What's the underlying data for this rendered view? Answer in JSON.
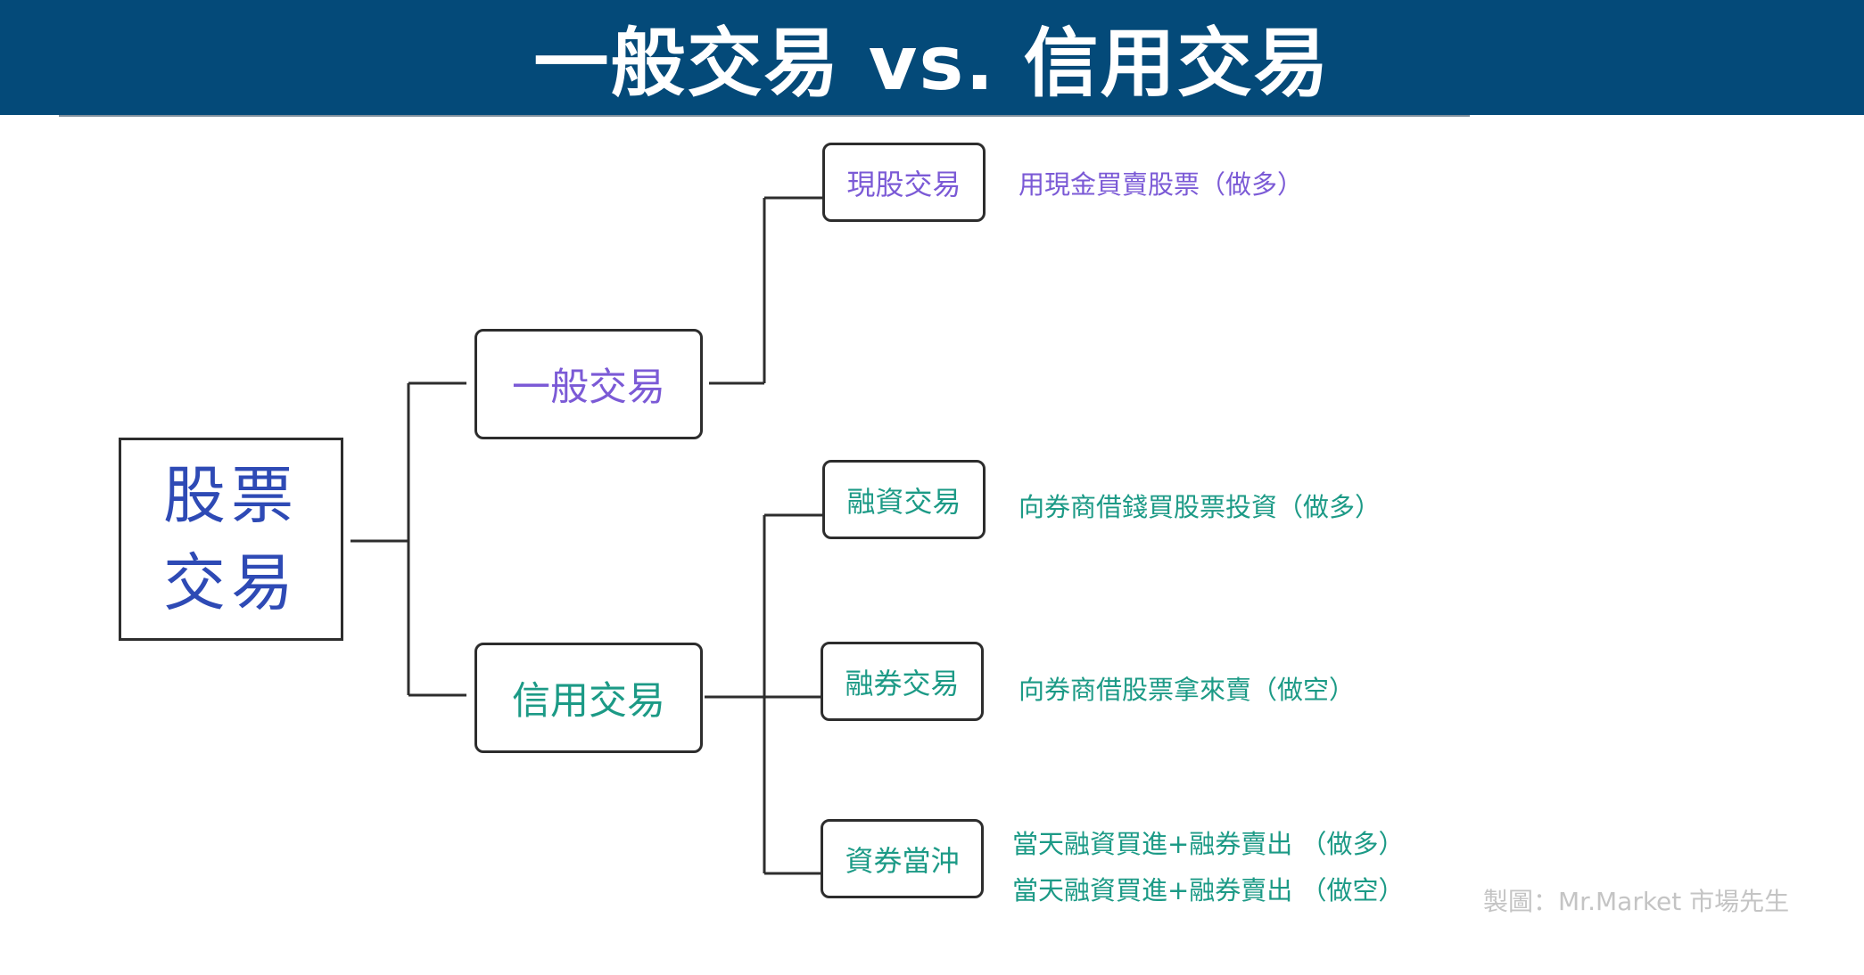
{
  "header": {
    "title": "一般交易 vs. 信用交易"
  },
  "root": {
    "line1": "股票",
    "line2": "交易"
  },
  "branches": {
    "general": {
      "label": "一般交易",
      "children": [
        {
          "label": "現股交易",
          "desc": "用現金買賣股票（做多）"
        }
      ]
    },
    "credit": {
      "label": "信用交易",
      "children": [
        {
          "label": "融資交易",
          "desc": "向券商借錢買股票投資（做多）"
        },
        {
          "label": "融券交易",
          "desc": "向券商借股票拿來賣（做空）"
        },
        {
          "label": "資券當沖",
          "desc_lines": [
            "當天融資買進+融券賣出 （做多）",
            "當天融資買進+融券賣出 （做空）"
          ]
        }
      ]
    }
  },
  "colors": {
    "header_bg": "#044a79",
    "root_text": "#2e4ab5",
    "general": "#7b5ad6",
    "credit": "#1c9a86",
    "credit_note": "#c4c4c4"
  },
  "credit_note": "製圖：Mr.Market 市場先生"
}
